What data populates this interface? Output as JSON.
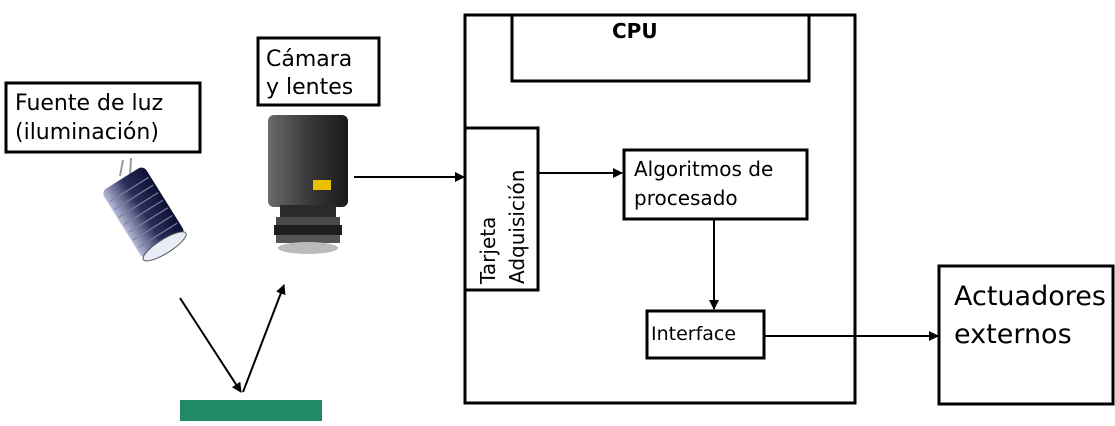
{
  "labels": {
    "light_source_line1": "Fuente de luz",
    "light_source_line2": "(iluminación)",
    "camera_line1": "Cámara",
    "camera_line2": "y lentes",
    "cpu": "CPU",
    "acquisition_card_line1": "Tarjeta",
    "acquisition_card_line2": "Adquisición",
    "processing_line1": "Algoritmos de",
    "processing_line2": "procesado",
    "interface": "Interface",
    "actuators_line1": "Actuadores",
    "actuators_line2": "externos"
  },
  "icons": {
    "light": "spotlight-icon",
    "camera": "camera-icon",
    "object": "object-block"
  },
  "colors": {
    "line": "#000000",
    "object_green": "#1f8a63",
    "camera_body": "#3a3a3a",
    "label_yellow": "#e8c200"
  }
}
